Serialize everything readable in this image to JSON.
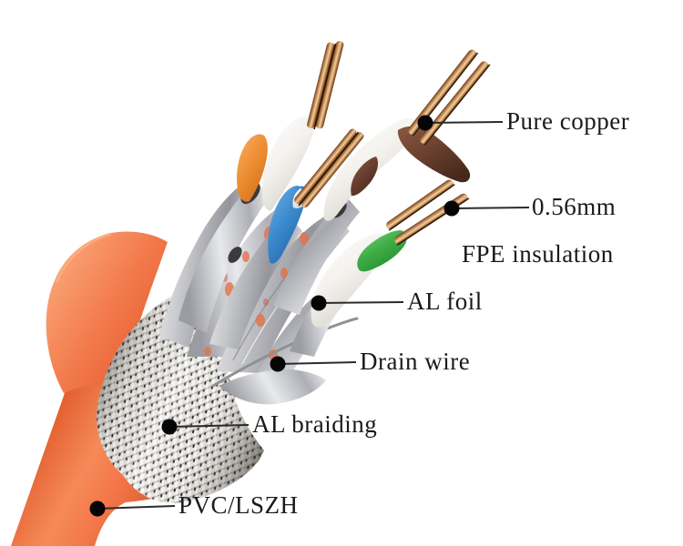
{
  "figure": {
    "name": "network-cable-cutaway-diagram",
    "background": "#ffffff"
  },
  "callouts": [
    {
      "id": "pure-copper",
      "text": "Pure copper",
      "has_leader": true
    },
    {
      "id": "diameter",
      "text": "0.56mm",
      "has_leader": true
    },
    {
      "id": "fpe-insulation",
      "text": "FPE insulation",
      "has_leader": false
    },
    {
      "id": "al-foil",
      "text": "AL foil",
      "has_leader": true
    },
    {
      "id": "drain-wire",
      "text": "Drain wire",
      "has_leader": true
    },
    {
      "id": "al-braiding",
      "text": "AL braiding",
      "has_leader": true
    },
    {
      "id": "pvc-lszh",
      "text": "PVC/LSZH",
      "has_leader": true
    }
  ],
  "colors": {
    "jacket_orange": "#f0754a",
    "jacket_dark": "#d8551f",
    "copper": "#cf9a5e",
    "copper_dark": "#6e3a1e",
    "insulation_white": "#f6f4f0",
    "insulation_orange": "#ef8f33",
    "insulation_blue": "#3c8bd0",
    "insulation_green": "#3fae46",
    "insulation_brown": "#6b4030",
    "foil_silver": "#c9cace",
    "braid_silver": "#e6e4e0",
    "drain_wire_gray": "#909095",
    "label_text": "#1a1a1a",
    "leader_line": "#2b2b2b"
  }
}
